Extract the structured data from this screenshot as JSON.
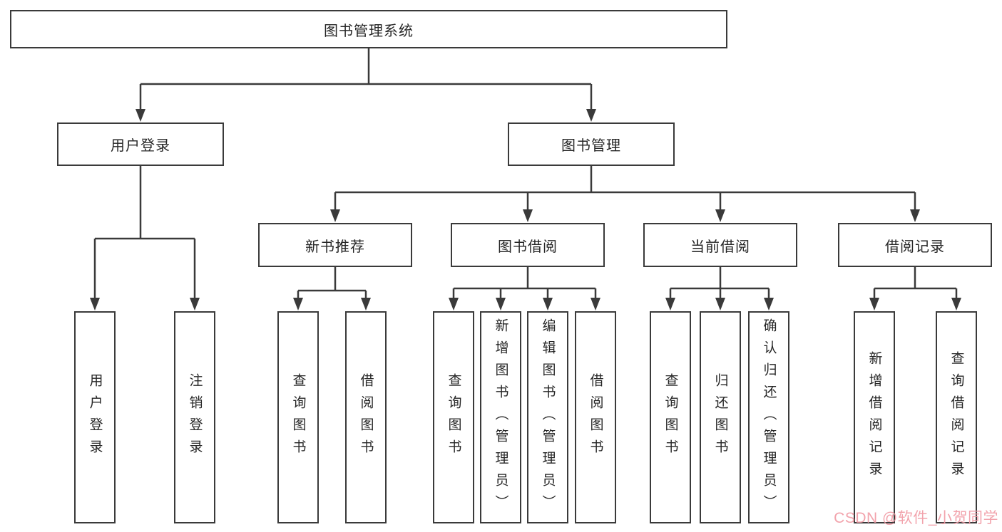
{
  "diagram": {
    "root": "图书管理系统",
    "level1": {
      "user_login": "用户登录",
      "book_mgmt": "图书管理"
    },
    "level2": {
      "new_books": "新书推荐",
      "book_borrow": "图书借阅",
      "current_borrow": "当前借阅",
      "borrow_records": "借阅记录"
    },
    "leaves": {
      "user_login": [
        "用户登录",
        "注销登录"
      ],
      "new_books": [
        "查询图书",
        "借阅图书"
      ],
      "book_borrow": [
        "查询图书",
        "新增图书（管理员）",
        "编辑图书（管理员）",
        "借阅图书"
      ],
      "current_borrow": [
        "查询图书",
        "归还图书",
        "确认归还（管理员）"
      ],
      "borrow_records": [
        "新增借阅记录",
        "查询借阅记录"
      ]
    },
    "colors": {
      "line": "#3a3a3a",
      "border": "#3a3a3a",
      "text": "#262626",
      "watermark": "#f19aa4",
      "background": "#ffffff"
    }
  },
  "watermark": "CSDN @软件_小贺同学"
}
